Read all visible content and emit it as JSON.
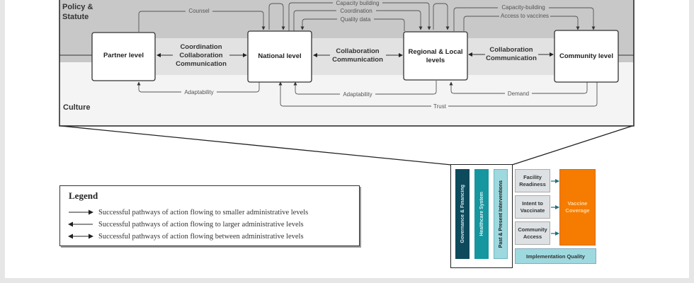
{
  "zones": {
    "policy_label": "Policy &",
    "policy_label2": "Statute",
    "culture_label": "Culture"
  },
  "levels": {
    "partner": "Partner level",
    "national": "National level",
    "regional_line1": "Regional & Local",
    "regional_line2": "levels",
    "community": "Community level"
  },
  "links": {
    "partner_national": [
      "Coordination",
      "Collaboration",
      "Communication"
    ],
    "national_regional": [
      "Collaboration",
      "Communication"
    ],
    "regional_community": [
      "Collaboration",
      "Communication"
    ],
    "counsel": "Counsel",
    "capacity_building_1": "Capacity building",
    "coordination": "Coordination",
    "quality_data": "Quality data",
    "capacity_building_2": "Capacity-building",
    "access_to_vaccines": "Access to vaccines",
    "adaptability_1": "Adaptability",
    "adaptability_2": "Adaptability",
    "demand": "Demand",
    "trust": "Trust"
  },
  "legend": {
    "title": "Legend",
    "items": [
      "Successful pathways of action flowing to smaller administrative levels",
      "Successful pathways of action flowing to larger administrative levels",
      "Successful pathways of action flowing between administrative levels"
    ]
  },
  "model": {
    "bars": [
      "Governance & Financing",
      "Healthcare System",
      "Past & Present Interventions"
    ],
    "factors": [
      [
        "Facility",
        "Readiness"
      ],
      [
        "Intent to",
        "Vaccinate"
      ],
      [
        "Community",
        "Access"
      ]
    ],
    "outcome": [
      "Vaccine",
      "Coverage"
    ],
    "implementation": "Implementation Quality"
  },
  "colors": {
    "policy_band": "#c8c8c8",
    "middle_band": "#e2e2e2",
    "culture_band": "#f4f4f4",
    "governance": "#0d4a5c",
    "healthcare": "#16969f",
    "interventions": "#9ed9df",
    "outcome": "#f57c00"
  }
}
